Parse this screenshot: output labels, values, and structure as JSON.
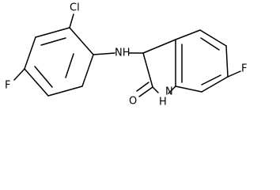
{
  "molecule": {
    "atoms": {
      "cl": "Cl",
      "f_left": "F",
      "nh_amine": "NH",
      "f_right": "F",
      "o": "O",
      "nh_ring": "H",
      "n_ring": "N"
    }
  }
}
